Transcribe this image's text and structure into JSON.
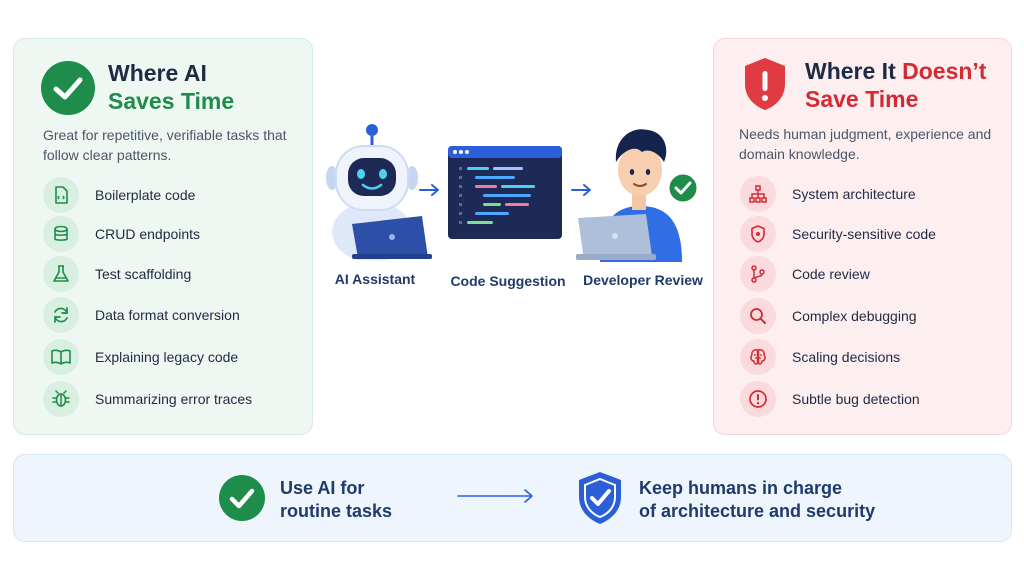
{
  "left_panel": {
    "title_line1": "Where AI",
    "title_line2": "Saves Time",
    "description": "Great for repetitive, verifiable tasks that follow clear patterns.",
    "items": [
      {
        "icon": "file-code-icon",
        "label": "Boilerplate code"
      },
      {
        "icon": "database-icon",
        "label": "CRUD endpoints"
      },
      {
        "icon": "flask-icon",
        "label": "Test scaffolding"
      },
      {
        "icon": "refresh-icon",
        "label": "Data format conversion"
      },
      {
        "icon": "book-icon",
        "label": "Explaining legacy code"
      },
      {
        "icon": "bug-icon",
        "label": "Summarizing error traces"
      }
    ]
  },
  "right_panel": {
    "title_line1_a": "Where It ",
    "title_line1_b": "Doesn’t",
    "title_line2": "Save Time",
    "description": "Needs human judgment, experience and domain knowledge.",
    "items": [
      {
        "icon": "sitemap-icon",
        "label": "System architecture"
      },
      {
        "icon": "shield-icon",
        "label": "Security-sensitive code"
      },
      {
        "icon": "git-branch-icon",
        "label": "Code review"
      },
      {
        "icon": "magnifier-icon",
        "label": "Complex debugging"
      },
      {
        "icon": "brain-icon",
        "label": "Scaling decisions"
      },
      {
        "icon": "alert-icon",
        "label": "Subtle bug detection"
      }
    ]
  },
  "workflow": {
    "steps": [
      {
        "icon": "robot-icon",
        "label": "AI Assistant"
      },
      {
        "icon": "code-window-icon",
        "label": "Code Suggestion"
      },
      {
        "icon": "developer-icon",
        "label": "Developer Review"
      }
    ]
  },
  "bottom": {
    "left_line1": "Use AI for",
    "left_line2": "routine tasks",
    "right_line1": "Keep humans in charge",
    "right_line2": "of architecture and security"
  },
  "colors": {
    "green": "#1e8c4a",
    "red": "#d42a35",
    "blue": "#2b5fd9",
    "navy": "#1f2a44"
  }
}
